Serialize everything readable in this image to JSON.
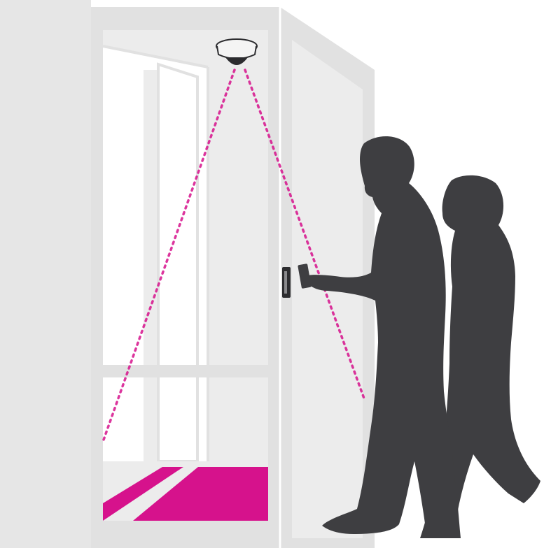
{
  "title": "",
  "colors": {
    "background": "#ffffff",
    "booth_frame": "#e1e1e1",
    "booth_panel": "#ececec",
    "glass": "#ffffff",
    "accent_magenta": "#d6128c",
    "silhouette": "#3e3e41",
    "camera_body": "#f4f4f4",
    "camera_dark": "#2c2c2f"
  },
  "icons": {
    "camera": "ceiling-dome-camera-icon",
    "reader": "card-reader-icon",
    "person_front": "man-silhouette-icon",
    "person_back": "woman-silhouette-icon"
  },
  "elements": {
    "booth": "security-entrance-booth",
    "floor": "detection-floor-zone",
    "field_of_view": "camera-field-of-view",
    "door": "open-door"
  }
}
